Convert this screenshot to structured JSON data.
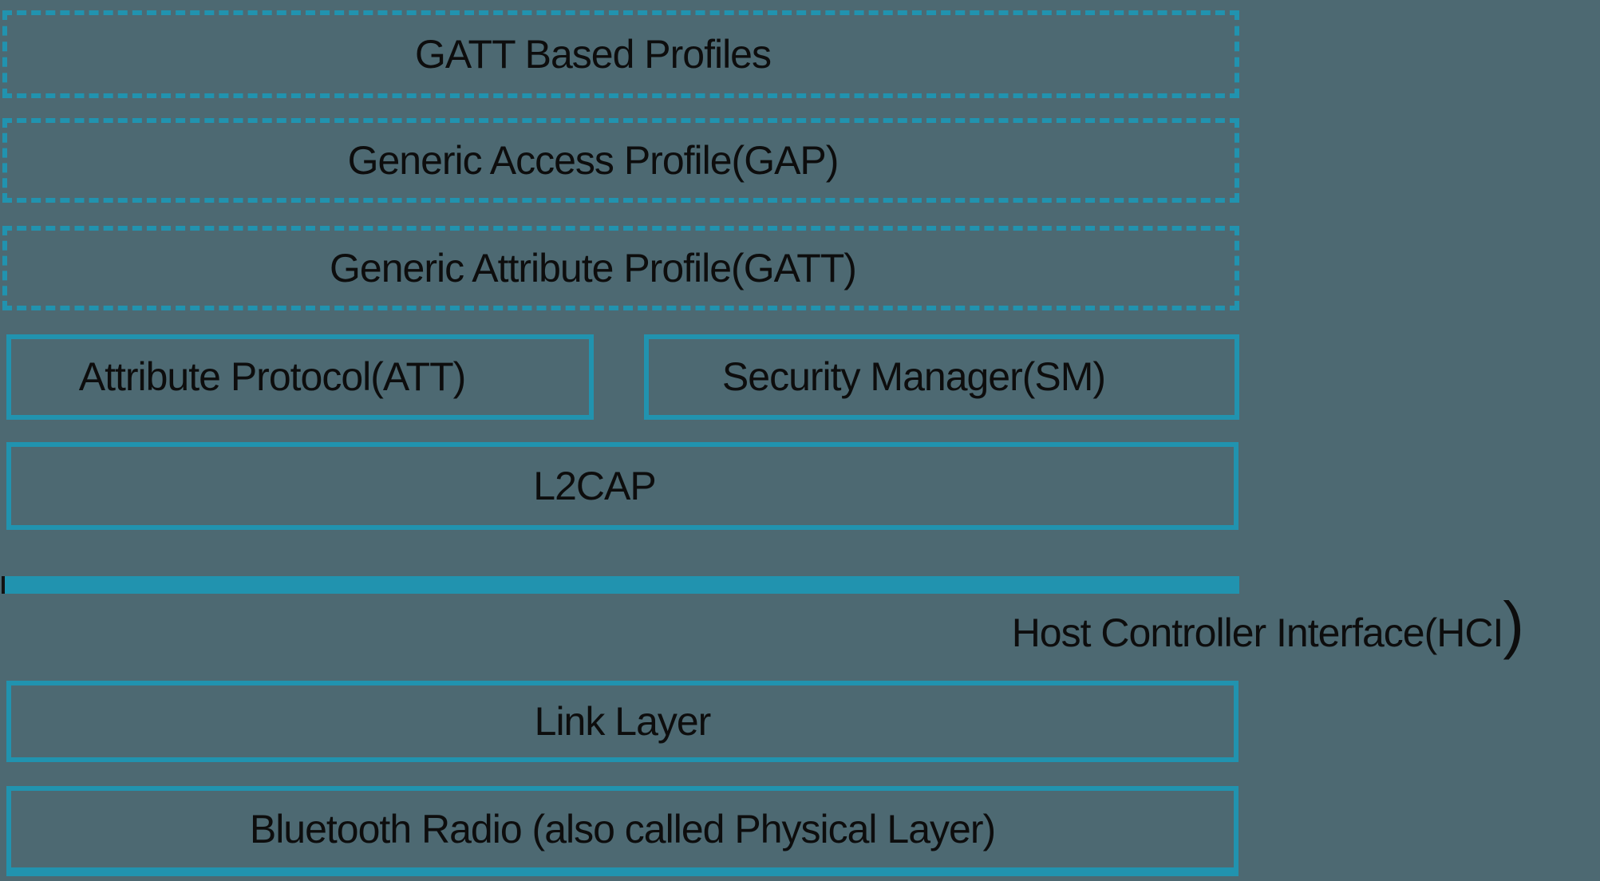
{
  "colors": {
    "background": "#4D6972",
    "teal": "#2193AF",
    "text": "#0D0D0D",
    "tick": "#121212"
  },
  "layers": {
    "gatt_based_profiles": {
      "label": "GATT Based Profiles"
    },
    "generic_access_profile": {
      "label": "Generic Access Profile(GAP)"
    },
    "generic_attribute_profile": {
      "label": "Generic Attribute Profile(GATT)"
    },
    "attribute_protocol": {
      "label": "Attribute Protocol(ATT)"
    },
    "security_manager": {
      "label": "Security Manager(SM)"
    },
    "l2cap": {
      "label": "L2CAP"
    },
    "host_controller_interface": {
      "label": "Host Controller Interface(HCI",
      "closing_paren": ")"
    },
    "link_layer": {
      "label": "Link Layer"
    },
    "bluetooth_radio": {
      "label": "Bluetooth Radio (also called Physical Layer)"
    }
  }
}
